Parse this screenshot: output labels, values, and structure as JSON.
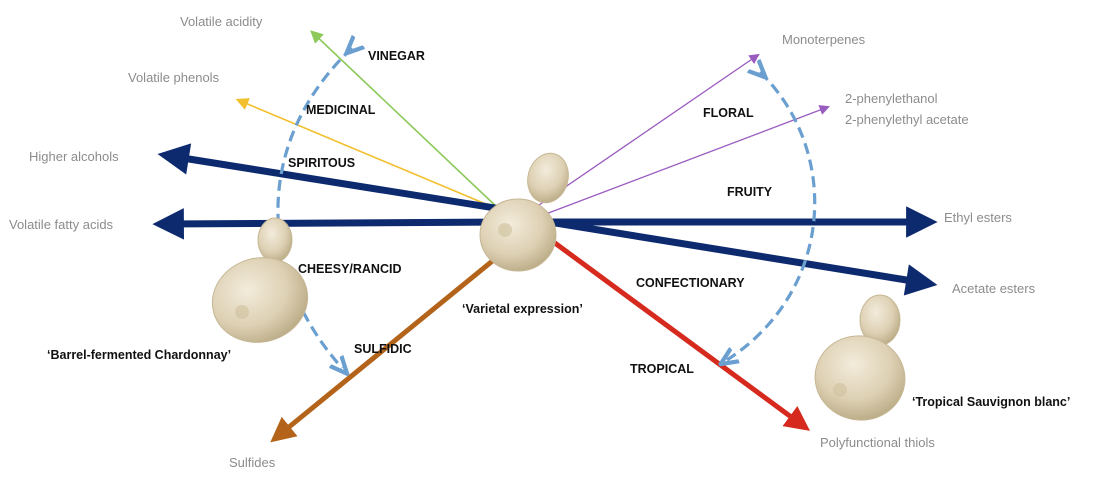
{
  "compounds": {
    "volatile_acidity": "Volatile acidity",
    "volatile_phenols": "Volatile phenols",
    "higher_alcohols": "Higher alcohols",
    "volatile_fatty_acids": "Volatile fatty acids",
    "sulfides": "Sulfides",
    "monoterpenes": "Monoterpenes",
    "phenylethanol_line1": "2-phenylethanol",
    "phenylethanol_line2": "2-phenylethyl acetate",
    "ethyl_esters": "Ethyl esters",
    "acetate_esters": "Acetate esters",
    "polyfunctional_thiols": "Polyfunctional thiols"
  },
  "descriptors": {
    "vinegar": "VINEGAR",
    "medicinal": "MEDICINAL",
    "spiritous": "SPIRITOUS",
    "cheesy_rancid": "CHEESY/RANCID",
    "sulfidic": "SULFIDIC",
    "floral": "FLORAL",
    "fruity": "FRUITY",
    "confectionary": "CONFECTIONARY",
    "tropical": "TROPICAL"
  },
  "styles": {
    "varietal": "‘Varietal expression’",
    "chardonnay": "‘Barrel-fermented Chardonnay’",
    "sauvignon": "‘Tropical Sauvignon blanc’"
  },
  "colors": {
    "navy": "#0d2a6e",
    "green": "#8cc95a",
    "yellow": "#f2c02e",
    "purple": "#9a5bbf",
    "brown": "#b4641a",
    "red": "#d62a1e",
    "dashed_blue": "#6a9fd0",
    "yeast_fill": "#e2d6bb",
    "text_gray": "#8c8c8c"
  }
}
